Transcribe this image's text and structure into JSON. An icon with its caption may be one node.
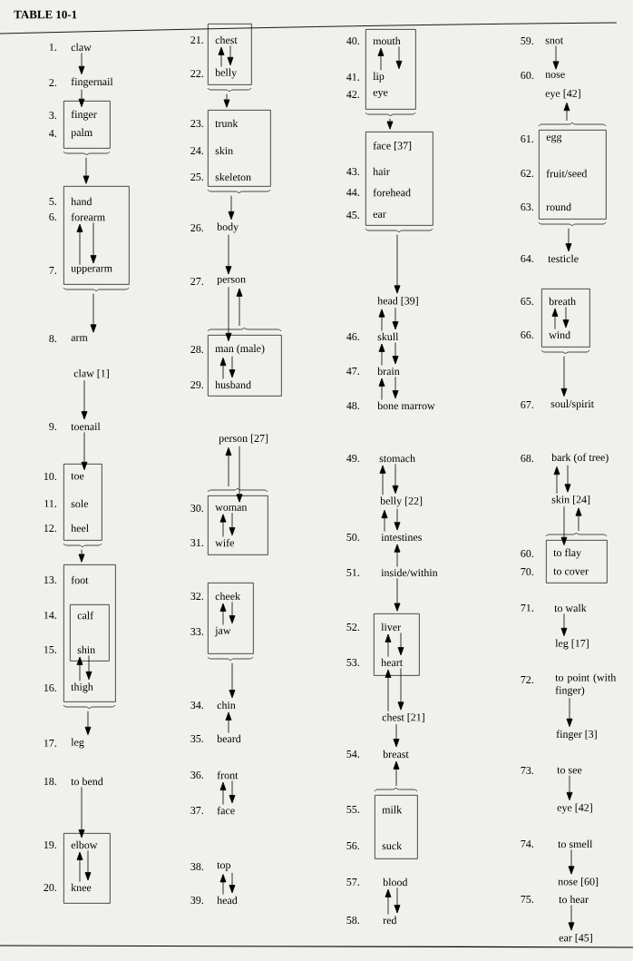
{
  "diagram": {
    "title": "TABLE 10-1",
    "nodes": [
      {
        "text": [
          "claw"
        ],
        "beside": [
          "1."
        ]
      },
      {
        "text": [
          "fingernail"
        ],
        "beside": [
          "2."
        ]
      },
      {
        "text": [],
        "shape": "box"
      },
      {
        "text": [
          "finger"
        ],
        "beside": [
          "3."
        ],
        "in": 2
      },
      {
        "text": [
          "palm"
        ],
        "beside": [
          "4."
        ],
        "in": 2
      },
      {
        "text": [],
        "shape": "box"
      },
      {
        "text": [
          "hand"
        ],
        "beside": [
          "5."
        ],
        "in": 5
      },
      {
        "text": [
          "forearm"
        ],
        "beside": [
          "6."
        ],
        "in": 5
      },
      {
        "text": [
          "upperarm"
        ],
        "beside": [
          "7."
        ],
        "in": 5
      },
      {
        "text": [
          "arm"
        ],
        "beside": [
          "8."
        ]
      },
      {
        "text": [
          "claw [1]"
        ]
      },
      {
        "text": [
          "toenail"
        ],
        "beside": [
          "9."
        ]
      },
      {
        "text": [],
        "shape": "box"
      },
      {
        "text": [
          "toe"
        ],
        "beside": [
          "10."
        ],
        "in": 12
      },
      {
        "text": [
          "sole"
        ],
        "beside": [
          "11."
        ],
        "in": 12
      },
      {
        "text": [
          "heel"
        ],
        "beside": [
          "12."
        ],
        "in": 12
      },
      {
        "text": [],
        "shape": "box"
      },
      {
        "text": [
          "foot"
        ],
        "beside": [
          "13."
        ],
        "in": 16
      },
      {
        "text": [],
        "shape": "box",
        "in": 16
      },
      {
        "text": [
          "calf"
        ],
        "beside": [
          "14."
        ],
        "in": 18
      },
      {
        "text": [
          "shin"
        ],
        "beside": [
          "15."
        ],
        "in": 18
      },
      {
        "text": [
          "thigh"
        ],
        "beside": [
          "16."
        ],
        "in": 16
      },
      {
        "text": [
          "leg"
        ],
        "beside": [
          "17."
        ]
      },
      {
        "text": [
          "to bend"
        ],
        "beside": [
          "18."
        ]
      },
      {
        "text": [],
        "shape": "box"
      },
      {
        "text": [
          "elbow"
        ],
        "beside": [
          "19."
        ],
        "in": 24
      },
      {
        "text": [
          "knee"
        ],
        "beside": [
          "20."
        ],
        "in": 24
      },
      {
        "text": [],
        "shape": "box"
      },
      {
        "text": [
          "chest"
        ],
        "beside": [
          "21."
        ],
        "in": 27
      },
      {
        "text": [
          "belly"
        ],
        "beside": [
          "22."
        ],
        "in": 27
      },
      {
        "text": [],
        "shape": "box"
      },
      {
        "text": [
          "trunk"
        ],
        "beside": [
          "23."
        ],
        "in": 30
      },
      {
        "text": [
          "skin"
        ],
        "beside": [
          "24."
        ],
        "in": 30
      },
      {
        "text": [
          "skeleton"
        ],
        "beside": [
          "25."
        ],
        "in": 30
      },
      {
        "text": [
          "body"
        ],
        "beside": [
          "26."
        ]
      },
      {
        "text": [
          "person"
        ],
        "beside": [
          "27."
        ]
      },
      {
        "text": [],
        "shape": "box"
      },
      {
        "text": [
          "man (male)"
        ],
        "beside": [
          "28."
        ],
        "in": 36
      },
      {
        "text": [
          "husband"
        ],
        "beside": [
          "29."
        ],
        "in": 36
      },
      {
        "text": [
          "person [27]"
        ]
      },
      {
        "text": [],
        "shape": "box"
      },
      {
        "text": [
          "woman"
        ],
        "beside": [
          "30."
        ],
        "in": 40
      },
      {
        "text": [
          "wife"
        ],
        "beside": [
          "31."
        ],
        "in": 40
      },
      {
        "text": [],
        "shape": "box"
      },
      {
        "text": [
          "cheek"
        ],
        "beside": [
          "32."
        ],
        "in": 43
      },
      {
        "text": [
          "jaw"
        ],
        "beside": [
          "33."
        ],
        "in": 43
      },
      {
        "text": [
          "chin"
        ],
        "beside": [
          "34."
        ]
      },
      {
        "text": [
          "beard"
        ],
        "beside": [
          "35."
        ]
      },
      {
        "text": [
          "front"
        ],
        "beside": [
          "36."
        ]
      },
      {
        "text": [
          "face"
        ],
        "beside": [
          "37."
        ]
      },
      {
        "text": [
          "top"
        ],
        "beside": [
          "38."
        ]
      },
      {
        "text": [
          "head"
        ],
        "beside": [
          "39."
        ]
      },
      {
        "text": [],
        "shape": "box"
      },
      {
        "text": [
          "mouth"
        ],
        "beside": [
          "40."
        ],
        "in": 52
      },
      {
        "text": [
          "lip"
        ],
        "beside": [
          "41."
        ],
        "in": 52
      },
      {
        "text": [
          "eye"
        ],
        "beside": [
          "42."
        ],
        "in": 52
      },
      {
        "text": [],
        "shape": "box"
      },
      {
        "text": [
          "face [37]"
        ],
        "in": 56
      },
      {
        "text": [
          "hair"
        ],
        "beside": [
          "43."
        ],
        "in": 56
      },
      {
        "text": [
          "forehead"
        ],
        "beside": [
          "44."
        ],
        "in": 56
      },
      {
        "text": [
          "ear"
        ],
        "beside": [
          "45."
        ],
        "in": 56
      },
      {
        "text": [
          "head [39]"
        ]
      },
      {
        "text": [
          "skull"
        ],
        "beside": [
          "46."
        ]
      },
      {
        "text": [
          "brain"
        ],
        "beside": [
          "47."
        ]
      },
      {
        "text": [
          "bone marrow"
        ],
        "beside": [
          "48."
        ]
      },
      {
        "text": [
          "stomach"
        ],
        "beside": [
          "49."
        ]
      },
      {
        "text": [
          "belly [22]"
        ]
      },
      {
        "text": [
          "intestines"
        ],
        "beside": [
          "50."
        ]
      },
      {
        "text": [
          "inside/within"
        ],
        "beside": [
          "51."
        ]
      },
      {
        "text": [],
        "shape": "box"
      },
      {
        "text": [
          "liver"
        ],
        "beside": [
          "52."
        ],
        "in": 69
      },
      {
        "text": [
          "heart"
        ],
        "beside": [
          "53."
        ],
        "in": 69
      },
      {
        "text": [
          "chest [21]"
        ]
      },
      {
        "text": [
          "breast"
        ],
        "beside": [
          "54."
        ]
      },
      {
        "text": [],
        "shape": "box"
      },
      {
        "text": [
          "milk"
        ],
        "beside": [
          "55."
        ],
        "in": 74
      },
      {
        "text": [
          "suck"
        ],
        "beside": [
          "56."
        ],
        "in": 74
      },
      {
        "text": [
          "blood"
        ],
        "beside": [
          "57."
        ]
      },
      {
        "text": [
          "red"
        ],
        "beside": [
          "58."
        ]
      },
      {
        "text": [
          "snot"
        ],
        "beside": [
          "59."
        ]
      },
      {
        "text": [
          "nose"
        ],
        "beside": [
          "60."
        ]
      },
      {
        "text": [
          "eye [42]"
        ]
      },
      {
        "text": [],
        "shape": "box"
      },
      {
        "text": [
          "egg"
        ],
        "beside": [
          "61."
        ],
        "in": 82
      },
      {
        "text": [
          "fruit/seed"
        ],
        "beside": [
          "62."
        ],
        "in": 82
      },
      {
        "text": [
          "round"
        ],
        "beside": [
          "63."
        ],
        "in": 82
      },
      {
        "text": [
          "testicle"
        ],
        "beside": [
          "64."
        ]
      },
      {
        "text": [],
        "shape": "box"
      },
      {
        "text": [
          "breath"
        ],
        "beside": [
          "65."
        ],
        "in": 87
      },
      {
        "text": [
          "wind"
        ],
        "beside": [
          "66."
        ],
        "in": 87
      },
      {
        "text": [
          "soul/spirit"
        ],
        "beside": [
          "67."
        ]
      },
      {
        "text": [
          "bark (of tree)"
        ],
        "beside": [
          "68."
        ]
      },
      {
        "text": [
          "skin [24]"
        ]
      },
      {
        "text": [],
        "shape": "box"
      },
      {
        "text": [
          "to flay"
        ],
        "beside": [
          "60."
        ],
        "in": 93
      },
      {
        "text": [
          "to cover"
        ],
        "beside": [
          "70."
        ],
        "in": 93
      },
      {
        "text": [
          "to walk"
        ],
        "beside": [
          "71."
        ]
      },
      {
        "text": [
          "leg [17]"
        ]
      },
      {
        "text": [
          "to point (with finger)"
        ],
        "beside": [
          "72."
        ]
      },
      {
        "text": [
          "finger [3]"
        ]
      },
      {
        "text": [
          "to see"
        ],
        "beside": [
          "73."
        ]
      },
      {
        "text": [
          "eye [42]"
        ]
      },
      {
        "text": [
          "to smell"
        ],
        "beside": [
          "74."
        ]
      },
      {
        "text": [
          "nose [60]"
        ]
      },
      {
        "text": [
          "to hear"
        ],
        "beside": [
          "75."
        ]
      },
      {
        "text": [
          "ear [45]"
        ]
      }
    ],
    "edges": [
      {
        "from": 0,
        "to": 1,
        "arrow": "to"
      },
      {
        "from": 1,
        "to": 3,
        "arrow": "to"
      },
      {
        "from": 2,
        "to": 5,
        "arrow": "to"
      },
      {
        "from": 8,
        "to": 7,
        "arrow": "to"
      },
      {
        "from": 7,
        "to": 8,
        "arrow": "to"
      },
      {
        "from": 5,
        "to": 9,
        "arrow": "to"
      },
      {
        "from": 10,
        "to": 11,
        "arrow": "to"
      },
      {
        "from": 11,
        "to": 13,
        "arrow": "to"
      },
      {
        "from": 12,
        "to": 16,
        "arrow": "to"
      },
      {
        "from": 21,
        "to": 20,
        "arrow": "to"
      },
      {
        "from": 20,
        "to": 21,
        "arrow": "to"
      },
      {
        "from": 16,
        "to": 22,
        "arrow": "to"
      },
      {
        "from": 23,
        "to": 25,
        "arrow": "to"
      },
      {
        "from": 26,
        "to": 25,
        "arrow": "to"
      },
      {
        "from": 25,
        "to": 26,
        "arrow": "to"
      },
      {
        "from": 29,
        "to": 28,
        "arrow": "to"
      },
      {
        "from": 28,
        "to": 29,
        "arrow": "to"
      },
      {
        "from": 27,
        "to": 30,
        "arrow": "to"
      },
      {
        "from": 30,
        "to": 34,
        "arrow": "to"
      },
      {
        "from": 34,
        "to": 35,
        "arrow": "to"
      },
      {
        "from": 35,
        "to": 37,
        "arrow": "to"
      },
      {
        "from": 36,
        "to": 35,
        "arrow": "to"
      },
      {
        "from": 38,
        "to": 37,
        "arrow": "to"
      },
      {
        "from": 37,
        "to": 38,
        "arrow": "to"
      },
      {
        "from": 40,
        "to": 39,
        "arrow": "to"
      },
      {
        "from": 39,
        "to": 41,
        "arrow": "to"
      },
      {
        "from": 42,
        "to": 41,
        "arrow": "to"
      },
      {
        "from": 41,
        "to": 42,
        "arrow": "to"
      },
      {
        "from": 45,
        "to": 44,
        "arrow": "to"
      },
      {
        "from": 44,
        "to": 45,
        "arrow": "to"
      },
      {
        "from": 43,
        "to": 46,
        "arrow": "to"
      },
      {
        "from": 47,
        "to": 46,
        "arrow": "to"
      },
      {
        "from": 49,
        "to": 48,
        "arrow": "to"
      },
      {
        "from": 48,
        "to": 49,
        "arrow": "to"
      },
      {
        "from": 51,
        "to": 50,
        "arrow": "to"
      },
      {
        "from": 50,
        "to": 51,
        "arrow": "to"
      },
      {
        "from": 54,
        "to": 53,
        "arrow": "to"
      },
      {
        "from": 53,
        "to": 54,
        "arrow": "to"
      },
      {
        "from": 52,
        "to": 56,
        "arrow": "to"
      },
      {
        "from": 56,
        "to": 61,
        "arrow": "to"
      },
      {
        "from": 62,
        "to": 61,
        "arrow": "to"
      },
      {
        "from": 61,
        "to": 62,
        "arrow": "to"
      },
      {
        "from": 63,
        "to": 62,
        "arrow": "to"
      },
      {
        "from": 62,
        "to": 63,
        "arrow": "to"
      },
      {
        "from": 64,
        "to": 63,
        "arrow": "to"
      },
      {
        "from": 63,
        "to": 64,
        "arrow": "to"
      },
      {
        "from": 66,
        "to": 65,
        "arrow": "to"
      },
      {
        "from": 65,
        "to": 66,
        "arrow": "to"
      },
      {
        "from": 67,
        "to": 66,
        "arrow": "to"
      },
      {
        "from": 66,
        "to": 67,
        "arrow": "to"
      },
      {
        "from": 68,
        "to": 67,
        "arrow": "to"
      },
      {
        "from": 68,
        "to": 69,
        "arrow": "to"
      },
      {
        "from": 71,
        "to": 70,
        "arrow": "to"
      },
      {
        "from": 70,
        "to": 71,
        "arrow": "to"
      },
      {
        "from": 72,
        "to": 71,
        "arrow": "to"
      },
      {
        "from": 71,
        "to": 72,
        "arrow": "to"
      },
      {
        "from": 72,
        "to": 73,
        "arrow": "to"
      },
      {
        "from": 74,
        "to": 73,
        "arrow": "to"
      },
      {
        "from": 78,
        "to": 77,
        "arrow": "to"
      },
      {
        "from": 77,
        "to": 78,
        "arrow": "to"
      },
      {
        "from": 79,
        "to": 80,
        "arrow": "to"
      },
      {
        "from": 82,
        "to": 81,
        "arrow": "to"
      },
      {
        "from": 82,
        "to": 86,
        "arrow": "to"
      },
      {
        "from": 89,
        "to": 88,
        "arrow": "to"
      },
      {
        "from": 88,
        "to": 89,
        "arrow": "to"
      },
      {
        "from": 87,
        "to": 90,
        "arrow": "to"
      },
      {
        "from": 92,
        "to": 91,
        "arrow": "to"
      },
      {
        "from": 91,
        "to": 92,
        "arrow": "to"
      },
      {
        "from": 92,
        "to": 94,
        "arrow": "to"
      },
      {
        "from": 93,
        "to": 92,
        "arrow": "to"
      },
      {
        "from": 96,
        "to": 97,
        "arrow": "to"
      },
      {
        "from": 98,
        "to": 99,
        "arrow": "to"
      },
      {
        "from": 100,
        "to": 101,
        "arrow": "to"
      },
      {
        "from": 102,
        "to": 103,
        "arrow": "to"
      },
      {
        "from": 104,
        "to": 105,
        "arrow": "to"
      }
    ]
  }
}
